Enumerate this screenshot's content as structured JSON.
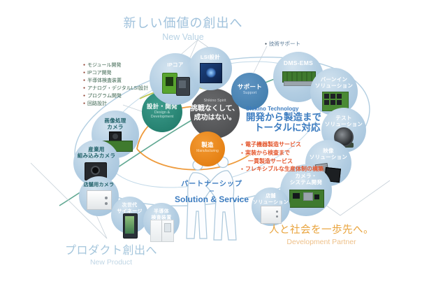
{
  "colors": {
    "accent_orange": "#ec8a1c",
    "teal": "#2d8d7f",
    "steel_blue": "#4e87b8",
    "dark_gray": "#58595b",
    "node_blue": "#aecbe1",
    "service_red": "#e4572e",
    "tech_blue": "#3c7cc0",
    "gold": "#e9a33b",
    "title_blue": "#a0c2dc"
  },
  "header": {
    "title_jp": "新しい価値の創出へ",
    "title_en": "New Value"
  },
  "left_bullets": {
    "items": [
      "モジュール開発",
      "IPコア開発",
      "半導体検査装置",
      "アナログ・デジタルLSI設計",
      "プログラム開発",
      "回路設計"
    ]
  },
  "tech_note": {
    "label": "技術サポート"
  },
  "core": {
    "design": {
      "jp": "設計・開発",
      "en1": "Design &",
      "en2": "Development"
    },
    "spirit": {
      "brand": "Shikino Spirit",
      "line1": "挑戦なくして、",
      "line2": "成功はない。"
    },
    "support": {
      "jp": "サポート",
      "en": "Support"
    },
    "manufacturing": {
      "jp": "製造",
      "en": "Manufacturing"
    }
  },
  "technology": {
    "brand": "Shikino Technology",
    "line1": "開発から製造まで",
    "line2": "トータルに対応"
  },
  "services": {
    "items": [
      "電子機器製造サービス",
      "実装から検査まで",
      "一貫製造サービス",
      "フレキシブルな生産体制の構築"
    ]
  },
  "partnership": {
    "jp": "パートナーシップ",
    "eq": "＝",
    "en": "Solution & Service"
  },
  "development_partner": {
    "jp": "人と社会を一歩先へ。",
    "en": "Development Partner"
  },
  "new_product": {
    "jp": "プロダクト創出へ",
    "en": "New Product"
  },
  "nodes": {
    "ip_core": {
      "label": "IPコア",
      "image": "ip-core-module-photo"
    },
    "lsi_design": {
      "label": "LSI設計",
      "image": "lsi-chip-photo"
    },
    "dms_ems": {
      "label": "DMS-EMS",
      "image": "green-pcb-photo"
    },
    "burn_in": {
      "line1": "バーンイン",
      "line2": "ソリューション",
      "image": "burn-in-board-photo"
    },
    "test": {
      "line1": "テスト",
      "line2": "ソリューション",
      "image": "test-device-photo"
    },
    "video": {
      "line1": "映像",
      "line2": "ソリューション",
      "image": "camera-module-photo"
    },
    "camera_system": {
      "line1": "カメラ・",
      "line2": "システム開発",
      "image": "camera-system-board-photo"
    },
    "store_solution": {
      "line1": "店舗",
      "line2": "ソリューション",
      "image": "store-device-photo"
    },
    "image_camera": {
      "line1": "画像処理",
      "line2": "カメラ",
      "image": "image-processing-camera-photo"
    },
    "industrial_camera": {
      "line1": "産業用",
      "line2": "組み込みカメラ",
      "image": "embedded-camera-photo"
    },
    "store_camera": {
      "label": "店舗用カメラ",
      "image": "store-camera-photo"
    },
    "signage": {
      "line1": "次世代",
      "line2": "サイネージ",
      "image": "digital-signage-photo"
    },
    "semiconductor": {
      "line1": "半導体",
      "line2": "検査装置",
      "image": "inspection-equipment-photo"
    }
  }
}
